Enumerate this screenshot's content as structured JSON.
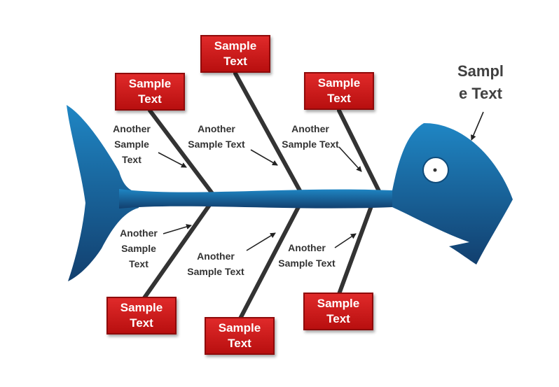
{
  "head_label": "Sampl e Text",
  "top_boxes": [
    {
      "text": "Sample Text"
    },
    {
      "text": "Sample Text"
    },
    {
      "text": "Sample Text"
    }
  ],
  "bottom_boxes": [
    {
      "text": "Sample Text"
    },
    {
      "text": "Sample Text"
    },
    {
      "text": "Sample Text"
    }
  ],
  "top_labels": [
    {
      "text": "Another Sample Text"
    },
    {
      "text": "Another Sample Text"
    },
    {
      "text": "Another Sample Text"
    }
  ],
  "bottom_labels": [
    {
      "text": "Another Sample Text"
    },
    {
      "text": "Another Sample Text"
    },
    {
      "text": "Another Sample Text"
    }
  ],
  "colors": {
    "fish_light": "#1f86c4",
    "fish_dark": "#123f6e",
    "bone": "#333333",
    "box": "#cc1717"
  }
}
